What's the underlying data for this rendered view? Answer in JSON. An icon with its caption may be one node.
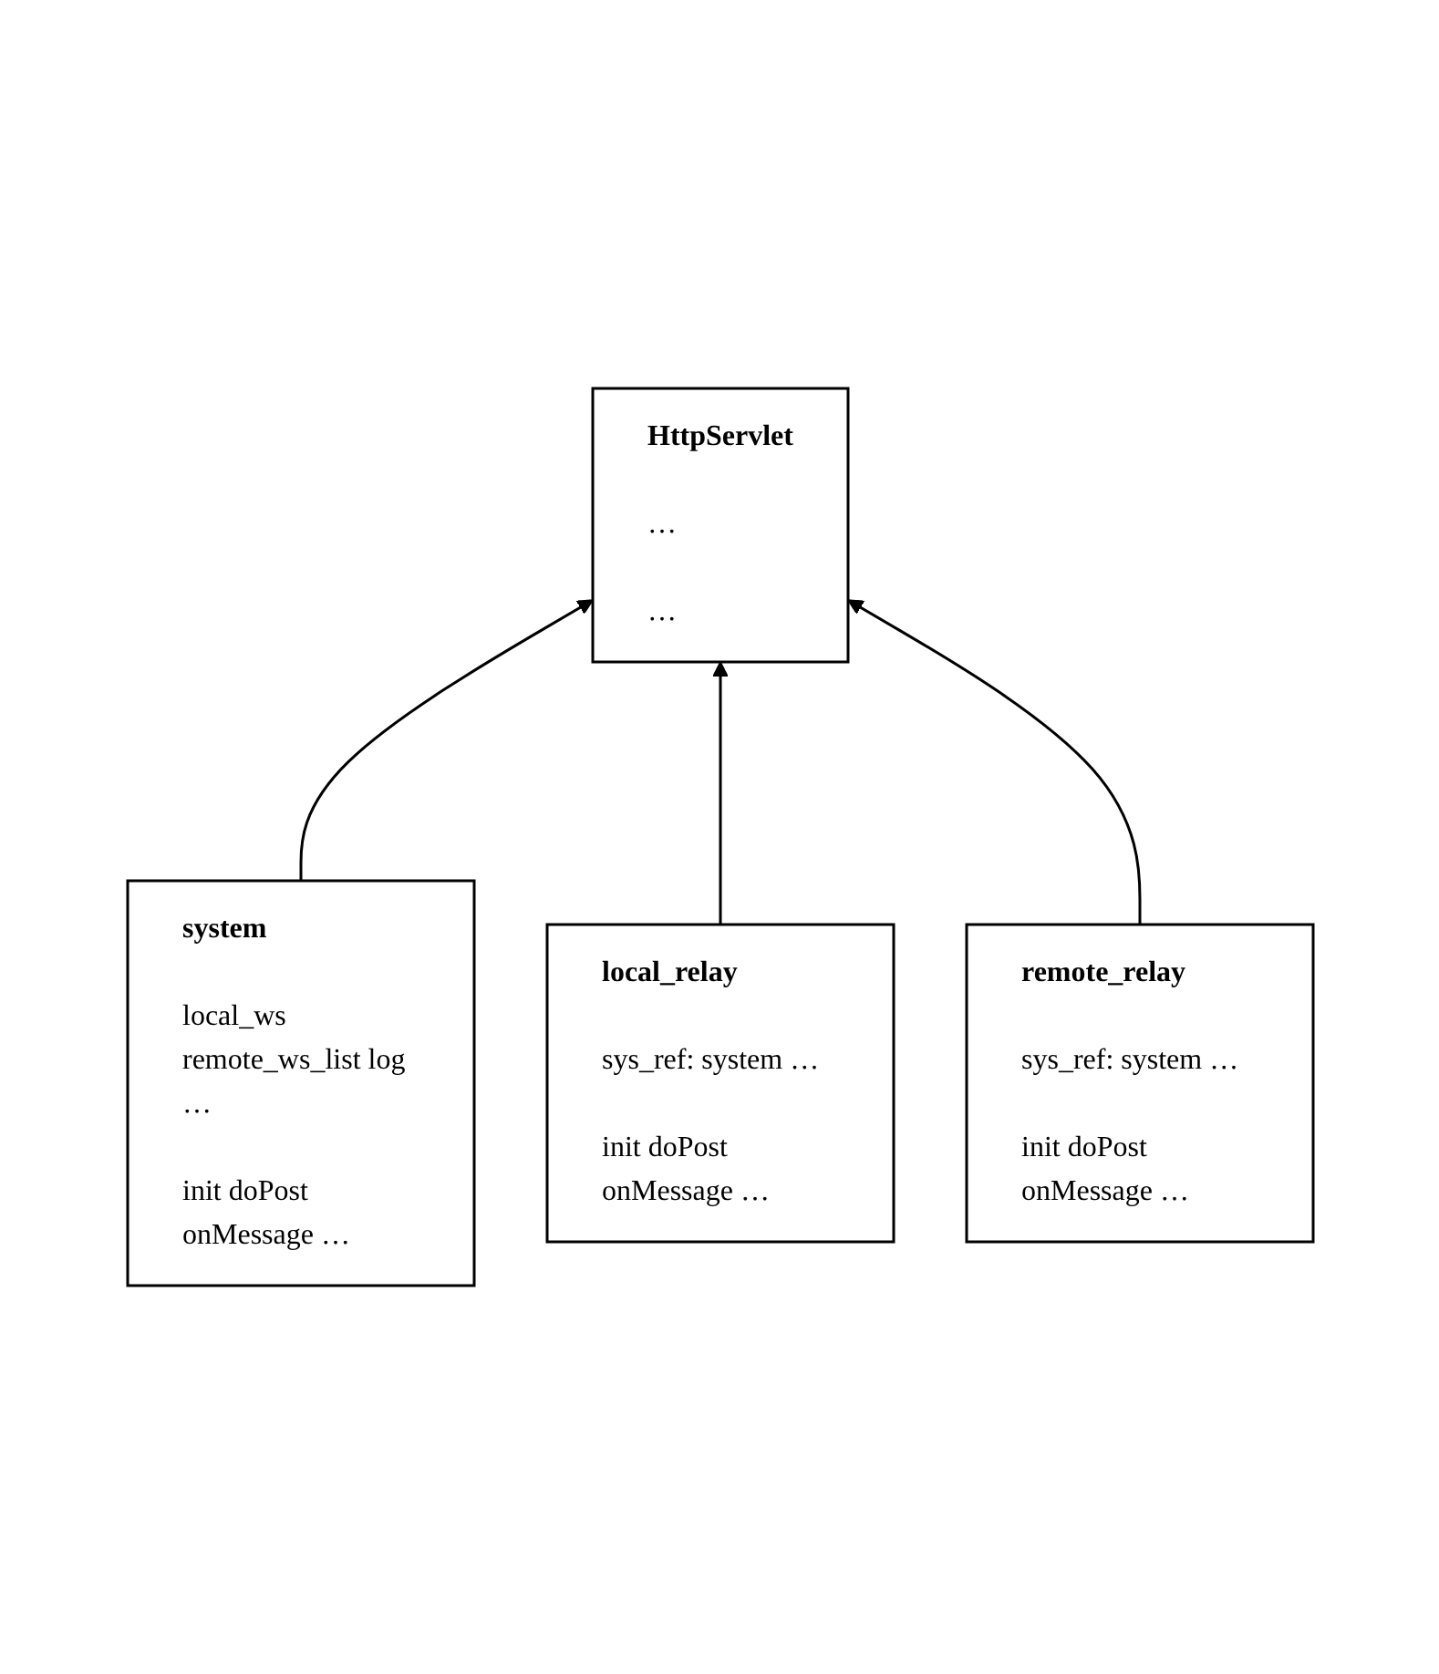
{
  "diagram": {
    "nodes": [
      {
        "text": [
          "HttpServlet",
          "…",
          "…"
        ]
      },
      {
        "text": [
          "system",
          "local_ws remote_ws_list log …",
          "init doPost onMessage …"
        ]
      },
      {
        "text": [
          "local_relay",
          "sys_ref: system …",
          "init doPost onMessage …"
        ]
      },
      {
        "text": [
          "remote_relay",
          "sys_ref: system …",
          "init doPost onMessage …"
        ]
      }
    ],
    "edges": [
      {
        "from": 1,
        "to": 0,
        "arrow": "to"
      },
      {
        "from": 2,
        "to": 0,
        "arrow": "to"
      },
      {
        "from": 3,
        "to": 0,
        "arrow": "to"
      }
    ]
  }
}
